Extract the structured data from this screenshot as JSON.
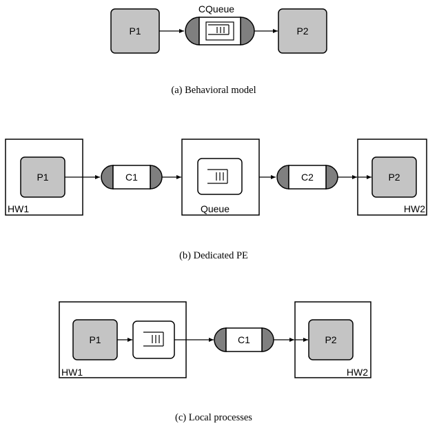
{
  "colors": {
    "process_fill": "#c4c4c4",
    "cap_fill": "#7f7f7f",
    "stroke": "#000000",
    "background": "#ffffff"
  },
  "panel_a": {
    "caption": "(a) Behavioral model",
    "process_left": "P1",
    "process_right": "P2",
    "channel_label": "CQueue",
    "queue_icon": "queue-icon"
  },
  "panel_b": {
    "caption": "(b) Dedicated PE",
    "pe_left_label": "HW1",
    "process_left": "P1",
    "channel_1": "C1",
    "queue_pe_label": "Queue",
    "queue_icon": "queue-icon",
    "channel_2": "C2",
    "pe_right_label": "HW2",
    "process_right": "P2"
  },
  "panel_c": {
    "caption": "(c) Local processes",
    "pe_left_label": "HW1",
    "process_left": "P1",
    "queue_icon": "queue-icon",
    "channel_1": "C1",
    "pe_right_label": "HW2",
    "process_right": "P2"
  }
}
